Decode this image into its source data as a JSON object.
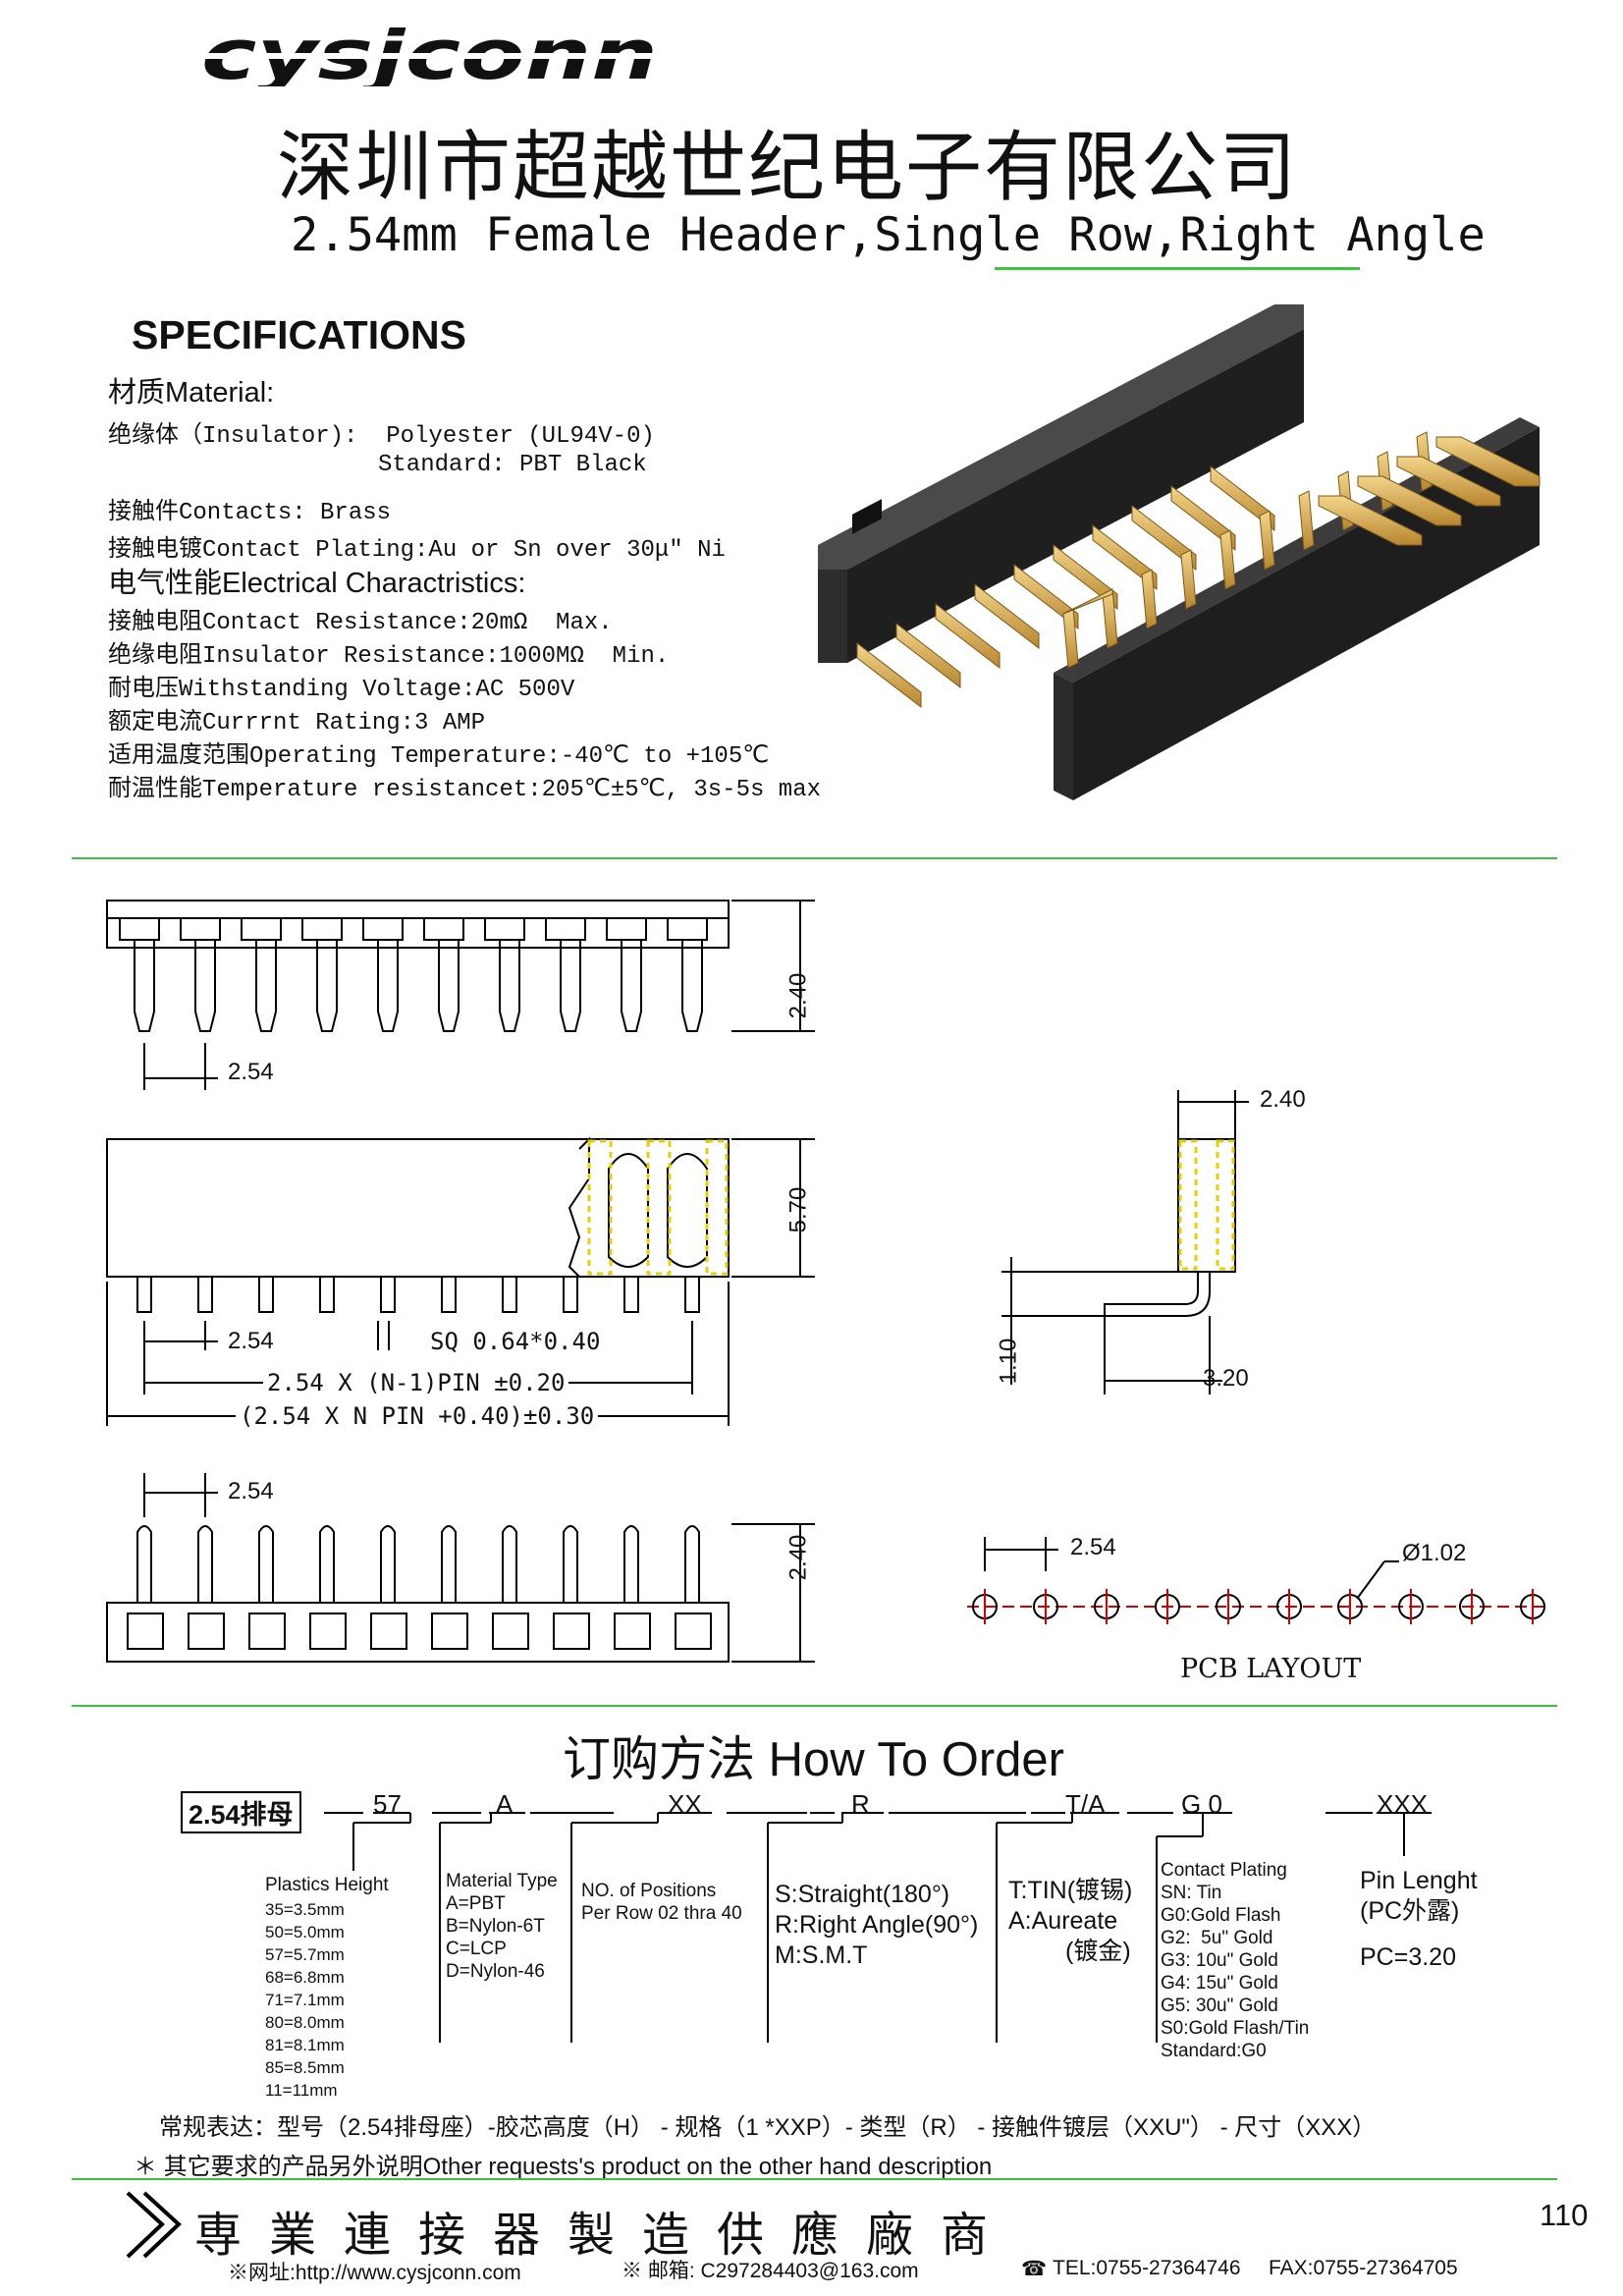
{
  "header": {
    "logo": "cysjconn",
    "company": "深圳市超越世纪电子有限公司",
    "subtitle": "2.54mm Female Header,Single Row,Right Angle"
  },
  "specs": {
    "title": "SPECIFICATIONS",
    "material_head": "材质Material:",
    "insulator": "绝缘体（Insulator):  Polyester (UL94V-0)",
    "standard": "Standard: PBT Black",
    "contacts": "接触件Contacts: Brass",
    "plating": "接触电镀Contact Plating:Au or Sn over 30μ\" Ni",
    "electrical_head": "电气性能Electrical Charactristics:",
    "contact_resistance": "接触电阻Contact Resistance:20mΩ  Max.",
    "insulator_resistance": "绝缘电阻Insulator Resistance:1000MΩ  Min.",
    "voltage": "耐电压Withstanding Voltage:AC 500V",
    "current": "额定电流Currrnt Rating:3 AMP",
    "temperature": "适用温度范围Operating Temperature:-40℃ to +105℃",
    "temp_resist": "耐温性能Temperature resistancet:205℃±5℃, 3s-5s max"
  },
  "dims": {
    "pitch": "2.54",
    "height_top": "2.40",
    "height_front": "5.70",
    "sq": "SQ 0.64*0.40",
    "formula1": "2.54 X (N-1)PIN ±0.20",
    "formula2": "(2.54 X N PIN +0.40)±0.30",
    "side_width": "2.40",
    "side_drop": "1.10",
    "side_len": "3.20",
    "pcb_pitch": "2.54",
    "hole": "Ø1.02",
    "pcb_label": "PCB LAYOUT"
  },
  "order": {
    "title": "订购方法  How To Order",
    "part": "2.54排母",
    "c1": "57",
    "c2": "A",
    "c3": "XX",
    "c4": "R",
    "c5": "T/A",
    "c6": "G 0",
    "c7": "XXX",
    "height_title": "Plastics Height",
    "heights": "35=3.5mm\n50=5.0mm\n57=5.7mm\n68=6.8mm\n71=7.1mm\n80=8.0mm\n81=8.1mm\n85=8.5mm\n11=11mm",
    "material": "Material Type\nA=PBT\nB=Nylon-6T\nC=LCP\nD=Nylon-46",
    "positions": "NO. of Positions\nPer Row 02 thra 40",
    "types": "S:Straight(180°)\nR:Right Angle(90°)\nM:S.M.T",
    "plating1": "T:TIN(镀锡)\nA:Aureate",
    "plating2": "(镀金)",
    "contact_plating": "Contact Plating\nSN: Tin\nG0:Gold Flash\nG2:  5u\" Gold\nG3: 10u\" Gold\nG4: 15u\" Gold\nG5: 30u\" Gold\nS0:Gold Flash/Tin\nStandard:G0",
    "pin_length": "Pin Lenght\n(PC外露)",
    "pc": "PC=3.20",
    "expression": "常规表达：型号（2.54排母座）-胶芯高度（H） - 规格（1 *XXP）- 类型（R） - 接触件镀层（XXU\"） - 尺寸（XXX）",
    "other": "＊ 其它要求的产品另外说明Other requests's product on the other hand description"
  },
  "footer": {
    "slogan": "専業連接器製造供應廠商",
    "website": "※网址:http://www.cysjconn.com",
    "email": "※ 邮箱:  C297284403@163.com",
    "tel": "TEL:0755-27364746",
    "fax": "FAX:0755-27364705",
    "page": "110"
  }
}
